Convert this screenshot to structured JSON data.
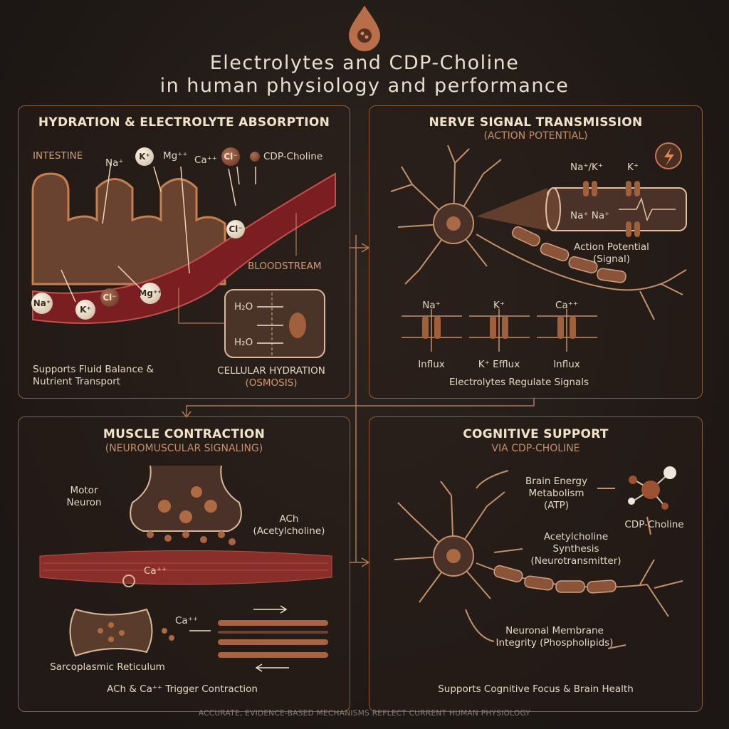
{
  "title_line1": "Electrolytes and CDP-Choline",
  "title_line2": "in human physiology and performance",
  "colors": {
    "background": "#1f1915",
    "border": "#8c5c3e",
    "copper": "#c68e68",
    "blood": "#7a1e22",
    "heading": "#f2e2ca"
  },
  "panels": {
    "hydration": {
      "heading": "HYDRATION & ELECTROLYTE ABSORPTION",
      "intestine": "INTESTINE",
      "ions_top": [
        "Na⁺",
        "K⁺",
        "Mg⁺⁺",
        "Ca⁺⁺",
        "Cl⁻"
      ],
      "cdp_choline": "CDP-Choline",
      "bloodstream": "BLOODSTREAM",
      "blood_ions": [
        "Na⁺",
        "K⁺",
        "Cl⁻",
        "Mg⁺⁺",
        "Cl⁻"
      ],
      "water_1": "H₂O",
      "water_2": "H₂O",
      "caption": "Supports Fluid Balance & Nutrient Transport",
      "cell_label": "CELLULAR HYDRATION",
      "cell_sub": "(OSMOSIS)"
    },
    "nerve": {
      "heading": "NERVE SIGNAL TRANSMISSION",
      "sub": "(ACTION POTENTIAL)",
      "pump": "Na⁺/K⁺",
      "k": "K⁺",
      "na_na": "Na⁺ Na⁺",
      "ap_label": "Action Potential",
      "ap_sub": "(Signal)",
      "channels": [
        {
          "ion": "Na⁺",
          "flow": "Influx"
        },
        {
          "ion": "K⁺",
          "flow": "K⁺ Efflux"
        },
        {
          "ion": "Ca⁺⁺",
          "flow": "Influx"
        }
      ],
      "caption": "Electrolytes Regulate Signals",
      "icon": "lightning-icon"
    },
    "muscle": {
      "heading": "MUSCLE CONTRACTION",
      "sub": "(NEUROMUSCULAR SIGNALING)",
      "motor": "Motor Neuron",
      "ach": "ACh",
      "ach_sub": "(Acetylcholine)",
      "ca1": "Ca⁺⁺",
      "ca2": "Ca⁺⁺",
      "sr": "Sarcoplasmic Reticulum",
      "caption": "ACh & Ca⁺⁺ Trigger Contraction"
    },
    "cognitive": {
      "heading": "COGNITIVE SUPPORT",
      "sub": "VIA CDP-CHOLINE",
      "energy": "Brain Energy Metabolism (ATP)",
      "cdp": "CDP-Choline",
      "ach": "Acetylcholine Synthesis (Neurotransmitter)",
      "membrane": "Neuronal Membrane Integrity (Phospholipids)",
      "caption": "Supports Cognitive Focus & Brain Health"
    }
  },
  "footer": "ACCURATE, EVIDENCE-BASED MECHANISMS REFLECT CURRENT HUMAN PHYSIOLOGY"
}
